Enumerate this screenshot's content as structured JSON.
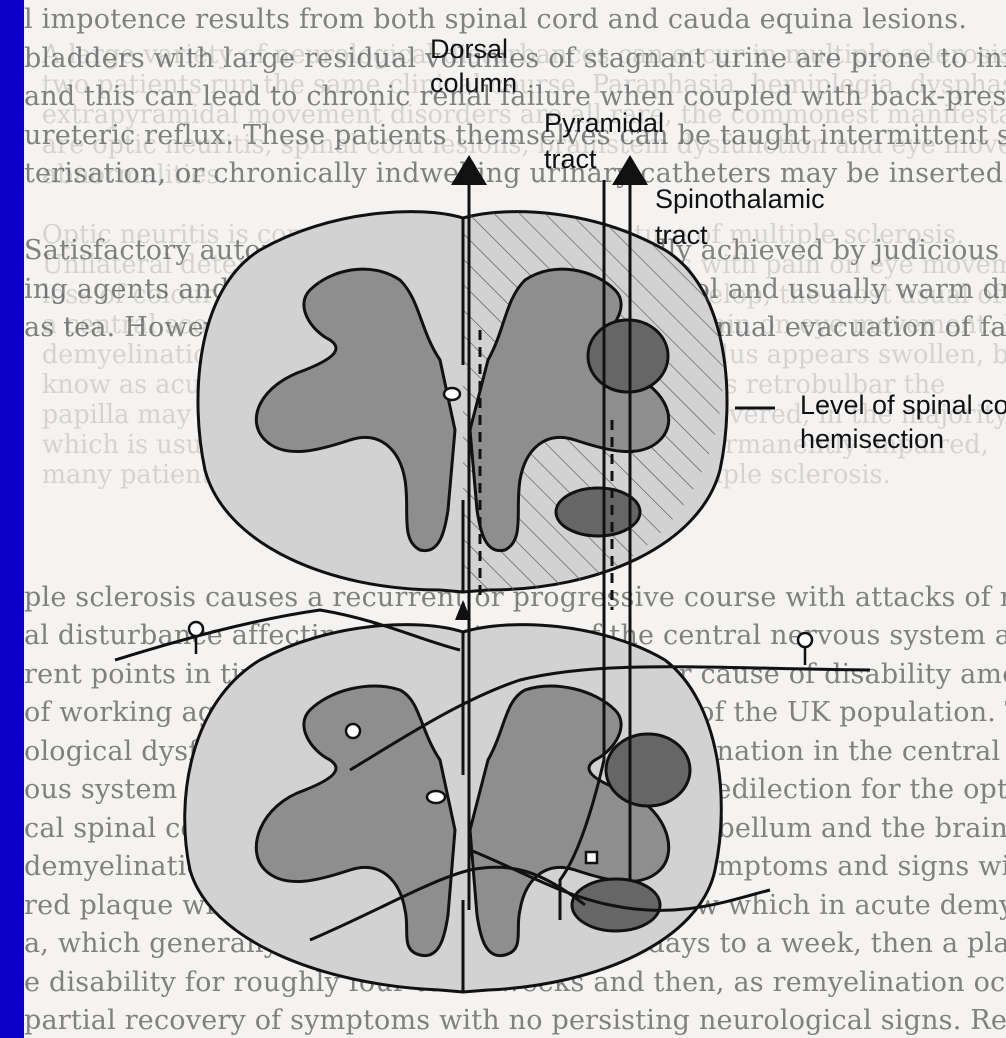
{
  "background_lines": [
    "l impotence results from both spinal cord and cauda equina lesions.",
    "bladders with large residual volumes of stagnant urine are prone to infec-",
    "and this can lead to chronic renal failure when coupled with back-pressure",
    "ureteric reflux. These patients themselves can be taught intermittent self-",
    "terisation, or chronically indwelling urinary catheters may be inserted.",
    "",
    "Satisfactory automatic bowel function is usually achieved by judicious diet, by",
    "ing agents and softeners, with or without glycerol and usually warm drinks",
    "as tea. However, patients often require digital manual evacuation of faeces.",
    "",
    "",
    "",
    "",
    "",
    "",
    "ple sclerosis causes a recurrent or progressive course with attacks of neuro-",
    "al disturbance affecting different parts of the central nervous system at",
    "rent points in time. Multiple sclerosis is a major cause of disability amongst",
    "of working age. It has a prevalence of 1 in 1000 of the UK population. The",
    "ological dysfunction is related to areas of demyelination in the central",
    "ous system white matter. Acute plaques have a predilection for the optic nerves,",
    "cal spinal cord, periventricular white matter, cerebellum and the brainstem.",
    "demyelination blocks conduction and results in symptoms and signs within the",
    "red plaque with gradual remyelination may follow which in acute demyelina-",
    "a, which generally develops subacutely over days to a week, then a plateau of",
    "e disability for roughly four to six weeks and then, as remyelination occurs,",
    "partial recovery of symptoms with no persisting neurological signs. Recovery"
  ],
  "ghost_lines": [
    "A large variety of neurological disturbances can occur in multiple sclerosis.",
    "two patients run the same clinical course. Paraphasia, hemiplegia, dysphasia,",
    "extrapyramidal movement disorders are all rare, the commonest manifestations",
    "are optic neuritis, spinal cord lesions, brainstem dysfunction and eye movement",
    "abnormalities.",
    "",
    "Optic neuritis is commonly the presenting feature of multiple sclerosis.",
    "Unilateral deterioration of vision occurs over days with pain on eye movement,",
    "loss of colour vision and a central scotoma may develop, the most usual of which",
    "a central scotoma. It is commonly associated with pain on eye movement. If",
    "demyelination involves the optic nerve head the fundus appears swollen, but",
    "know as acute papillitis. If the demyelinating lesion is retrobulbar the",
    "papilla may look normal. Visual acuity is usually recovered, in the majority",
    "which is usually incomplete; colour vision is often permanently impaired,",
    "many patients with optic neuritis later develop multiple sclerosis."
  ],
  "labels": {
    "dorsal_line1": "Dorsal",
    "dorsal_line2": "column",
    "pyramidal_line1": "Pyramidal",
    "pyramidal_line2": "tract",
    "spino_line1": "Spinothalamic",
    "spino_line2": "tract",
    "level_line1": "Level of spinal cord",
    "level_line2": "hemisection"
  },
  "colors": {
    "border": "#0a00c8",
    "page": "#f4f3f1",
    "white_matter": "#d2d2d2",
    "grey_matter": "#8e8e8e",
    "tract": "#666666",
    "ink": "#111111"
  }
}
